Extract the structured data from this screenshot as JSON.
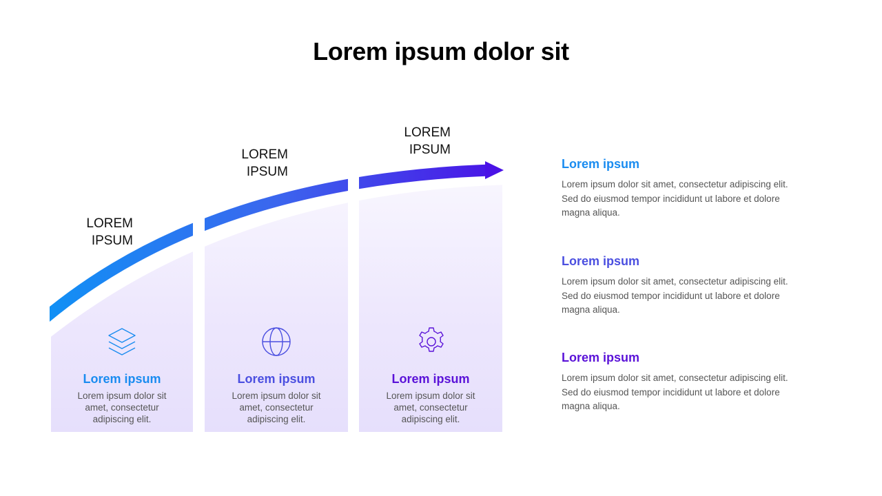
{
  "title": "Lorem ipsum dolor sit",
  "colors": {
    "blue": "#1a8cf0",
    "indigo": "#4b4fe0",
    "violet": "#5a12d8",
    "panel_top": "#f6f3fe",
    "panel_bottom": "#e6dffc",
    "body_text": "#555555"
  },
  "steps": [
    {
      "label_line1": "LOREM",
      "label_line2": "IPSUM",
      "icon": "layers-icon",
      "heading": "Lorem ipsum",
      "text_line1": "Lorem ipsum dolor sit",
      "text_line2": "amet, consectetur",
      "text_line3": "adipiscing  elit."
    },
    {
      "label_line1": "LOREM",
      "label_line2": "IPSUM",
      "icon": "globe-icon",
      "heading": "Lorem ipsum",
      "text_line1": "Lorem ipsum dolor sit",
      "text_line2": "amet, consectetur",
      "text_line3": "adipiscing  elit."
    },
    {
      "label_line1": "LOREM",
      "label_line2": "IPSUM",
      "icon": "gear-icon",
      "heading": "Lorem ipsum",
      "text_line1": "Lorem ipsum dolor sit",
      "text_line2": "amet, consectetur",
      "text_line3": "adipiscing  elit."
    }
  ],
  "details": [
    {
      "heading": "Lorem ipsum",
      "line1": "Lorem ipsum dolor sit amet, consectetur adipiscing  elit.",
      "line2": "Sed do eiusmod tempor incididunt  ut labore et dolore",
      "line3": "magna  aliqua."
    },
    {
      "heading": "Lorem ipsum",
      "line1": "Lorem ipsum dolor sit amet, consectetur adipiscing  elit.",
      "line2": "Sed do eiusmod tempor incididunt  ut labore et dolore",
      "line3": "magna  aliqua."
    },
    {
      "heading": "Lorem ipsum",
      "line1": "Lorem ipsum dolor sit amet, consectetur adipiscing  elit.",
      "line2": "Sed do eiusmod tempor incididunt  ut labore et dolore",
      "line3": "magna  aliqua."
    }
  ]
}
